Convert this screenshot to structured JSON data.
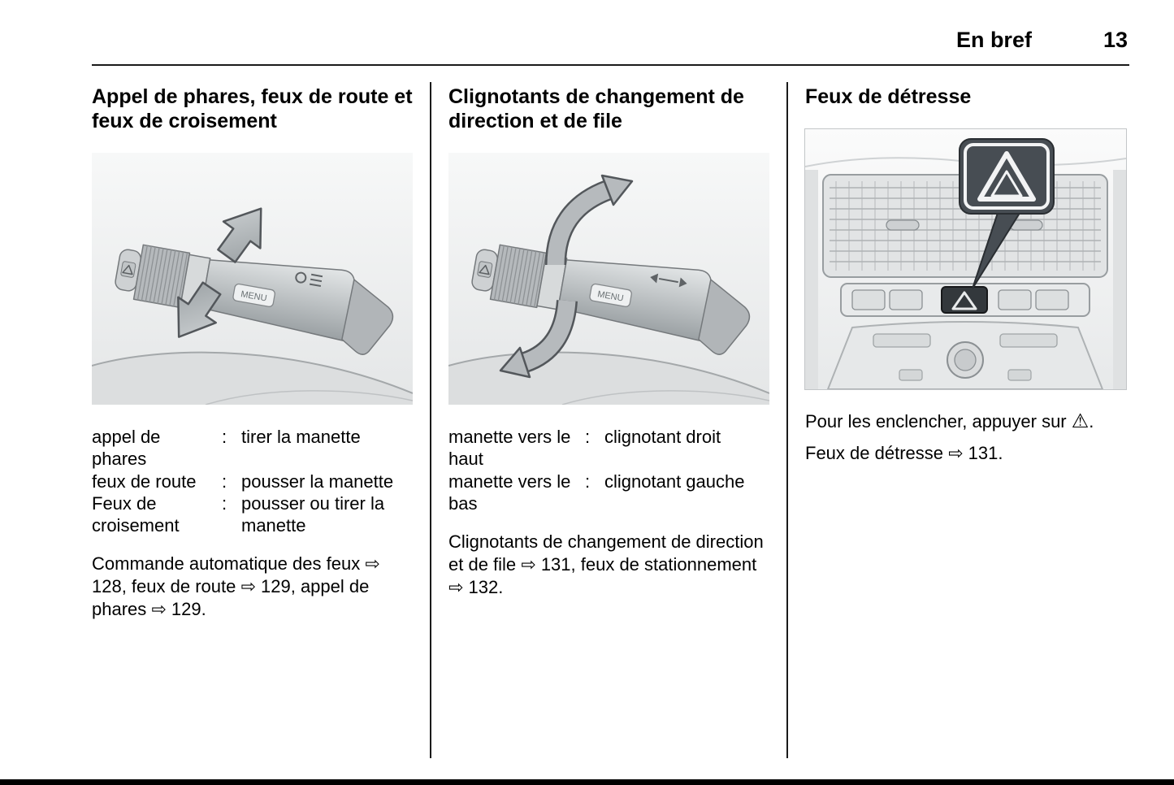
{
  "header": {
    "section_title": "En bref",
    "page_number": "13"
  },
  "columns": [
    {
      "heading": "Appel de phares, feux de route et feux de croisement",
      "definitions": [
        {
          "term": "appel de phares",
          "colon": ":",
          "description": "tirer la manette"
        },
        {
          "term": "feux de route",
          "colon": ":",
          "description": "pousser la manette"
        },
        {
          "term": "Feux de croisement",
          "colon": ":",
          "description": "pousser ou tirer la manette"
        }
      ],
      "paragraph": "Commande automatique des feux ⇨ 128, feux de route ⇨ 129, appel de phares ⇨ 129."
    },
    {
      "heading": "Clignotants de changement de direction et de file",
      "definitions": [
        {
          "term": "manette vers le haut",
          "colon": ":",
          "description": "clignotant droit"
        },
        {
          "term": "manette vers le bas",
          "colon": ":",
          "description": "clignotant gauche"
        }
      ],
      "paragraph": "Clignotants de changement de direction et de file ⇨ 131, feux de stationnement ⇨ 132."
    },
    {
      "heading": "Feux de détresse",
      "action_prefix": "Pour les enclencher, appuyer sur ",
      "hazard_symbol": "⚠",
      "action_suffix": ".",
      "reference": "Feux de détresse ⇨ 131."
    }
  ],
  "illustrations": {
    "menu_label": "MENU"
  },
  "glyphs": {
    "cross_reference_arrow": "⇨",
    "hazard_warning": "⚠"
  },
  "colors": {
    "page_background": "#ffffff",
    "text": "#000000",
    "rule_and_dividers": "#1a1a1a",
    "illustration_background": "#eceeef",
    "callout_background": "#474d53"
  }
}
